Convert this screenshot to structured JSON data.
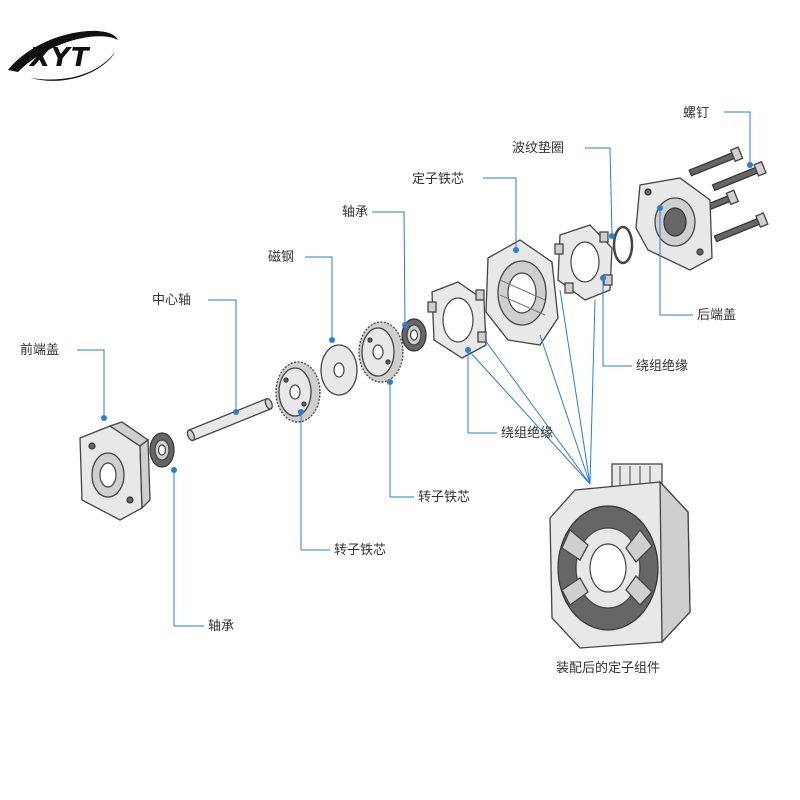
{
  "colors": {
    "leader": "#2a7fd0",
    "text": "#333333",
    "logo": "#111111"
  },
  "logo": {
    "text": "XYT"
  },
  "labels": {
    "screws": "螺钉",
    "wave_washer": "波纹垫圈",
    "stator_core": "定子铁芯",
    "bearing_top": "轴承",
    "magnet": "磁钢",
    "center_shaft": "中心轴",
    "front_cover": "前端盖",
    "rear_cover": "后端盖",
    "winding_insulation_right": "绕组绝缘",
    "winding_insulation_center": "绕组绝缘",
    "rotor_core_right": "转子铁芯",
    "rotor_core_left": "转子铁芯",
    "bearing_bottom": "轴承",
    "assembled_stator": "装配后的定子组件"
  }
}
